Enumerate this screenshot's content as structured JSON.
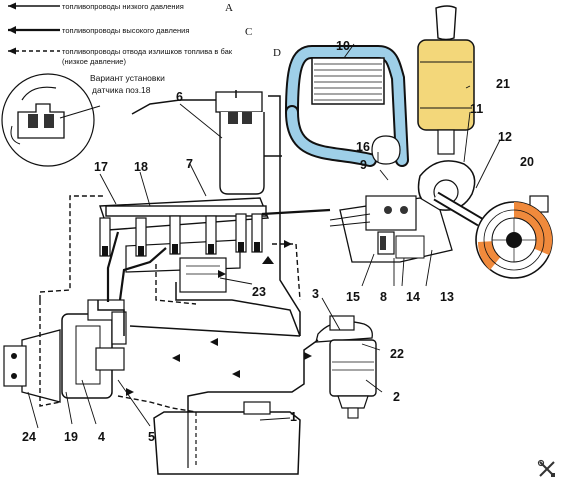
{
  "legend": {
    "items": [
      {
        "text": "топливопроводы низкого давления",
        "letter": "A"
      },
      {
        "text": "топливопроводы высокого давления",
        "letter": "C"
      },
      {
        "text": "топливопроводы отвода излишков топлива в бак",
        "letter": "D",
        "note": "(низкое давление)"
      }
    ]
  },
  "variant_label": {
    "line1": "Вариант установки",
    "line2": "датчика поз.18"
  },
  "callouts": [
    "1",
    "2",
    "3",
    "4",
    "5",
    "6",
    "7",
    "8",
    "9",
    "10",
    "11",
    "12",
    "13",
    "14",
    "15",
    "16",
    "17",
    "18",
    "19",
    "20",
    "21",
    "22",
    "23",
    "24"
  ],
  "colors": {
    "line": "#111111",
    "hose_blue": "#9ecfe8",
    "filter_yellow": "#f3d77a",
    "filter_orange": "#f08a3c",
    "fuel_tank_fill": "#ffffff"
  },
  "icons": {
    "watermark": "wrench-screwdriver-icon"
  }
}
